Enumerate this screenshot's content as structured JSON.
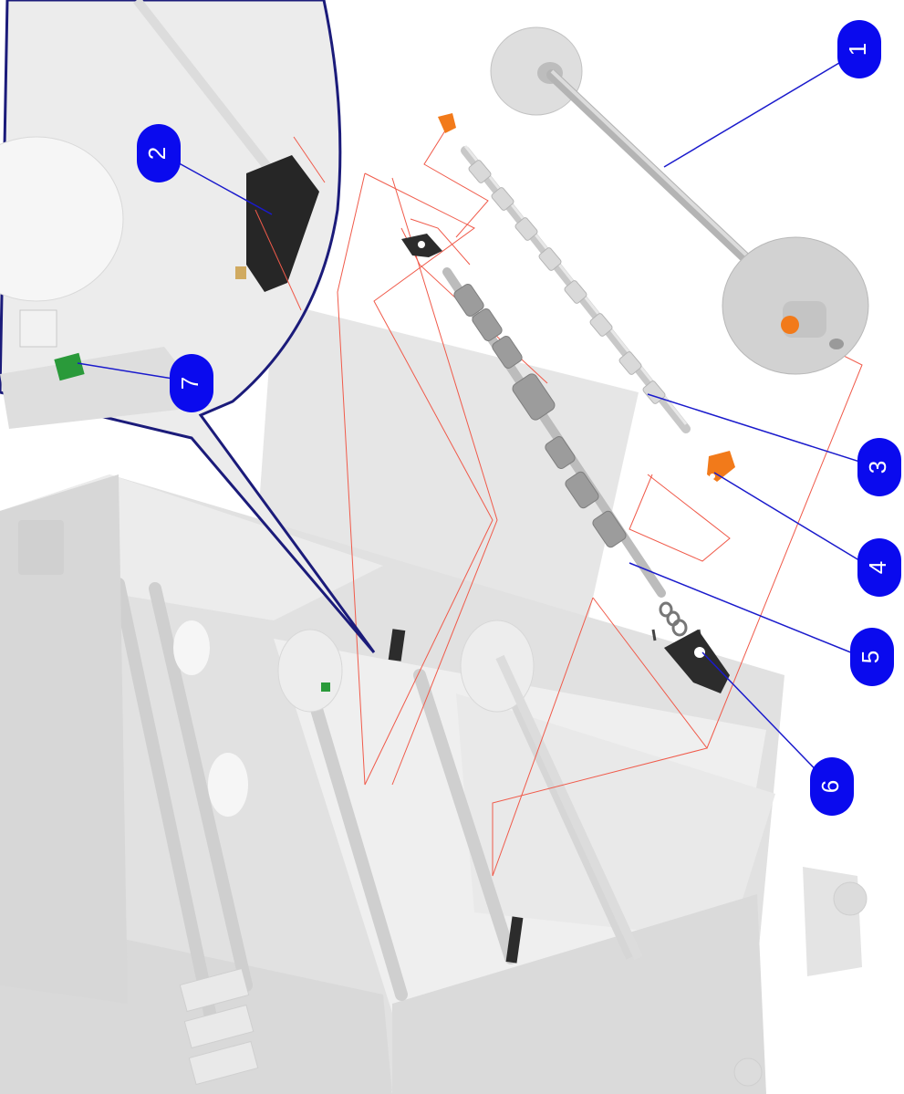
{
  "colors": {
    "background": "#ffffff",
    "printer_body": "#e3e3e3",
    "printer_shadow": "#cfcfcf",
    "leader_line": "#1a1acc",
    "callout_fill": "#0a0aee",
    "callout_text": "#ffffff",
    "assembly_line": "#f05a4a",
    "magnifier_border": "#1b1b7a",
    "part_metal": "#c8c8c8",
    "part_dark": "#2c2c2c",
    "part_orange": "#f27a1a",
    "part_green": "#2a9a3a"
  },
  "callouts": [
    {
      "id": "callout-1",
      "number": "1",
      "part": "spindle"
    },
    {
      "id": "callout-2",
      "number": "2",
      "part": "sensor-bracket"
    },
    {
      "id": "callout-3",
      "number": "3",
      "part": "upper-roller-shaft"
    },
    {
      "id": "callout-4",
      "number": "4",
      "part": "orange-bushing"
    },
    {
      "id": "callout-5",
      "number": "5",
      "part": "lower-roller-shaft"
    },
    {
      "id": "callout-6",
      "number": "6",
      "part": "roller-holder"
    },
    {
      "id": "callout-7",
      "number": "7",
      "part": "green-sensor-board"
    }
  ]
}
